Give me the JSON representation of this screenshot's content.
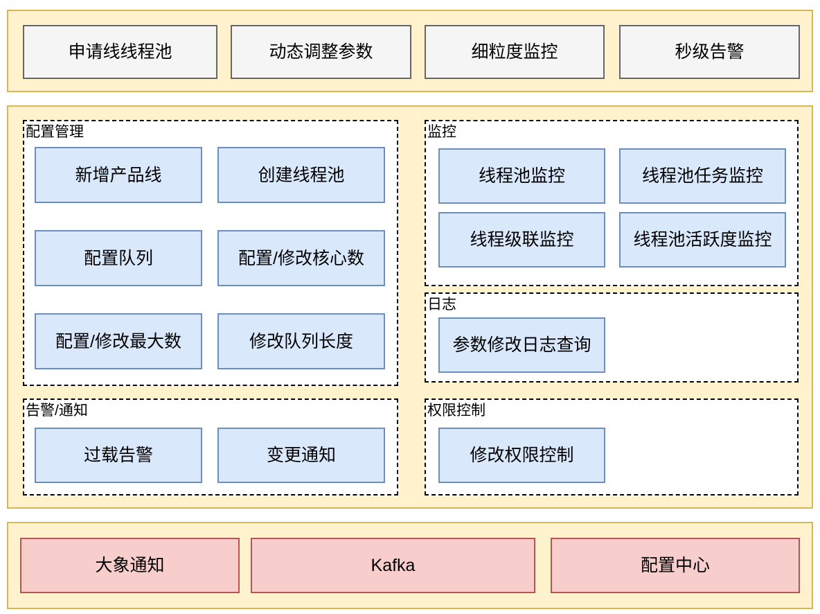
{
  "diagram": {
    "colors": {
      "band_fill": "#FFF2CC",
      "band_border": "#D6B656",
      "gray_fill": "#F5F5F5",
      "gray_border": "#666666",
      "blue_fill": "#DAE8FC",
      "blue_border": "#6C8EBF",
      "pink_fill": "#F8CECC",
      "pink_border": "#B85450",
      "zone_border": "#000000"
    },
    "top_band": {
      "items": [
        "申请线线程池",
        "动态调整参数",
        "细粒度监控",
        "秒级告警"
      ]
    },
    "middle_band": {
      "config_management": {
        "title": "配置管理",
        "items": [
          "新增产品线",
          "创建线程池",
          "配置队列",
          "配置/修改核心数",
          "配置/修改最大数",
          "修改队列长度"
        ]
      },
      "alert_notification": {
        "title": "告警/通知",
        "items": [
          "过载告警",
          "变更通知"
        ]
      },
      "monitoring": {
        "title": "监控",
        "items": [
          "线程池监控",
          "线程池任务监控",
          "线程级联监控",
          "线程池活跃度监控"
        ]
      },
      "logging": {
        "title": "日志",
        "items": [
          "参数修改日志查询"
        ]
      },
      "permission_control": {
        "title": "权限控制",
        "items": [
          "修改权限控制"
        ]
      }
    },
    "bottom_band": {
      "items": [
        "大象通知",
        "Kafka",
        "配置中心"
      ]
    }
  }
}
